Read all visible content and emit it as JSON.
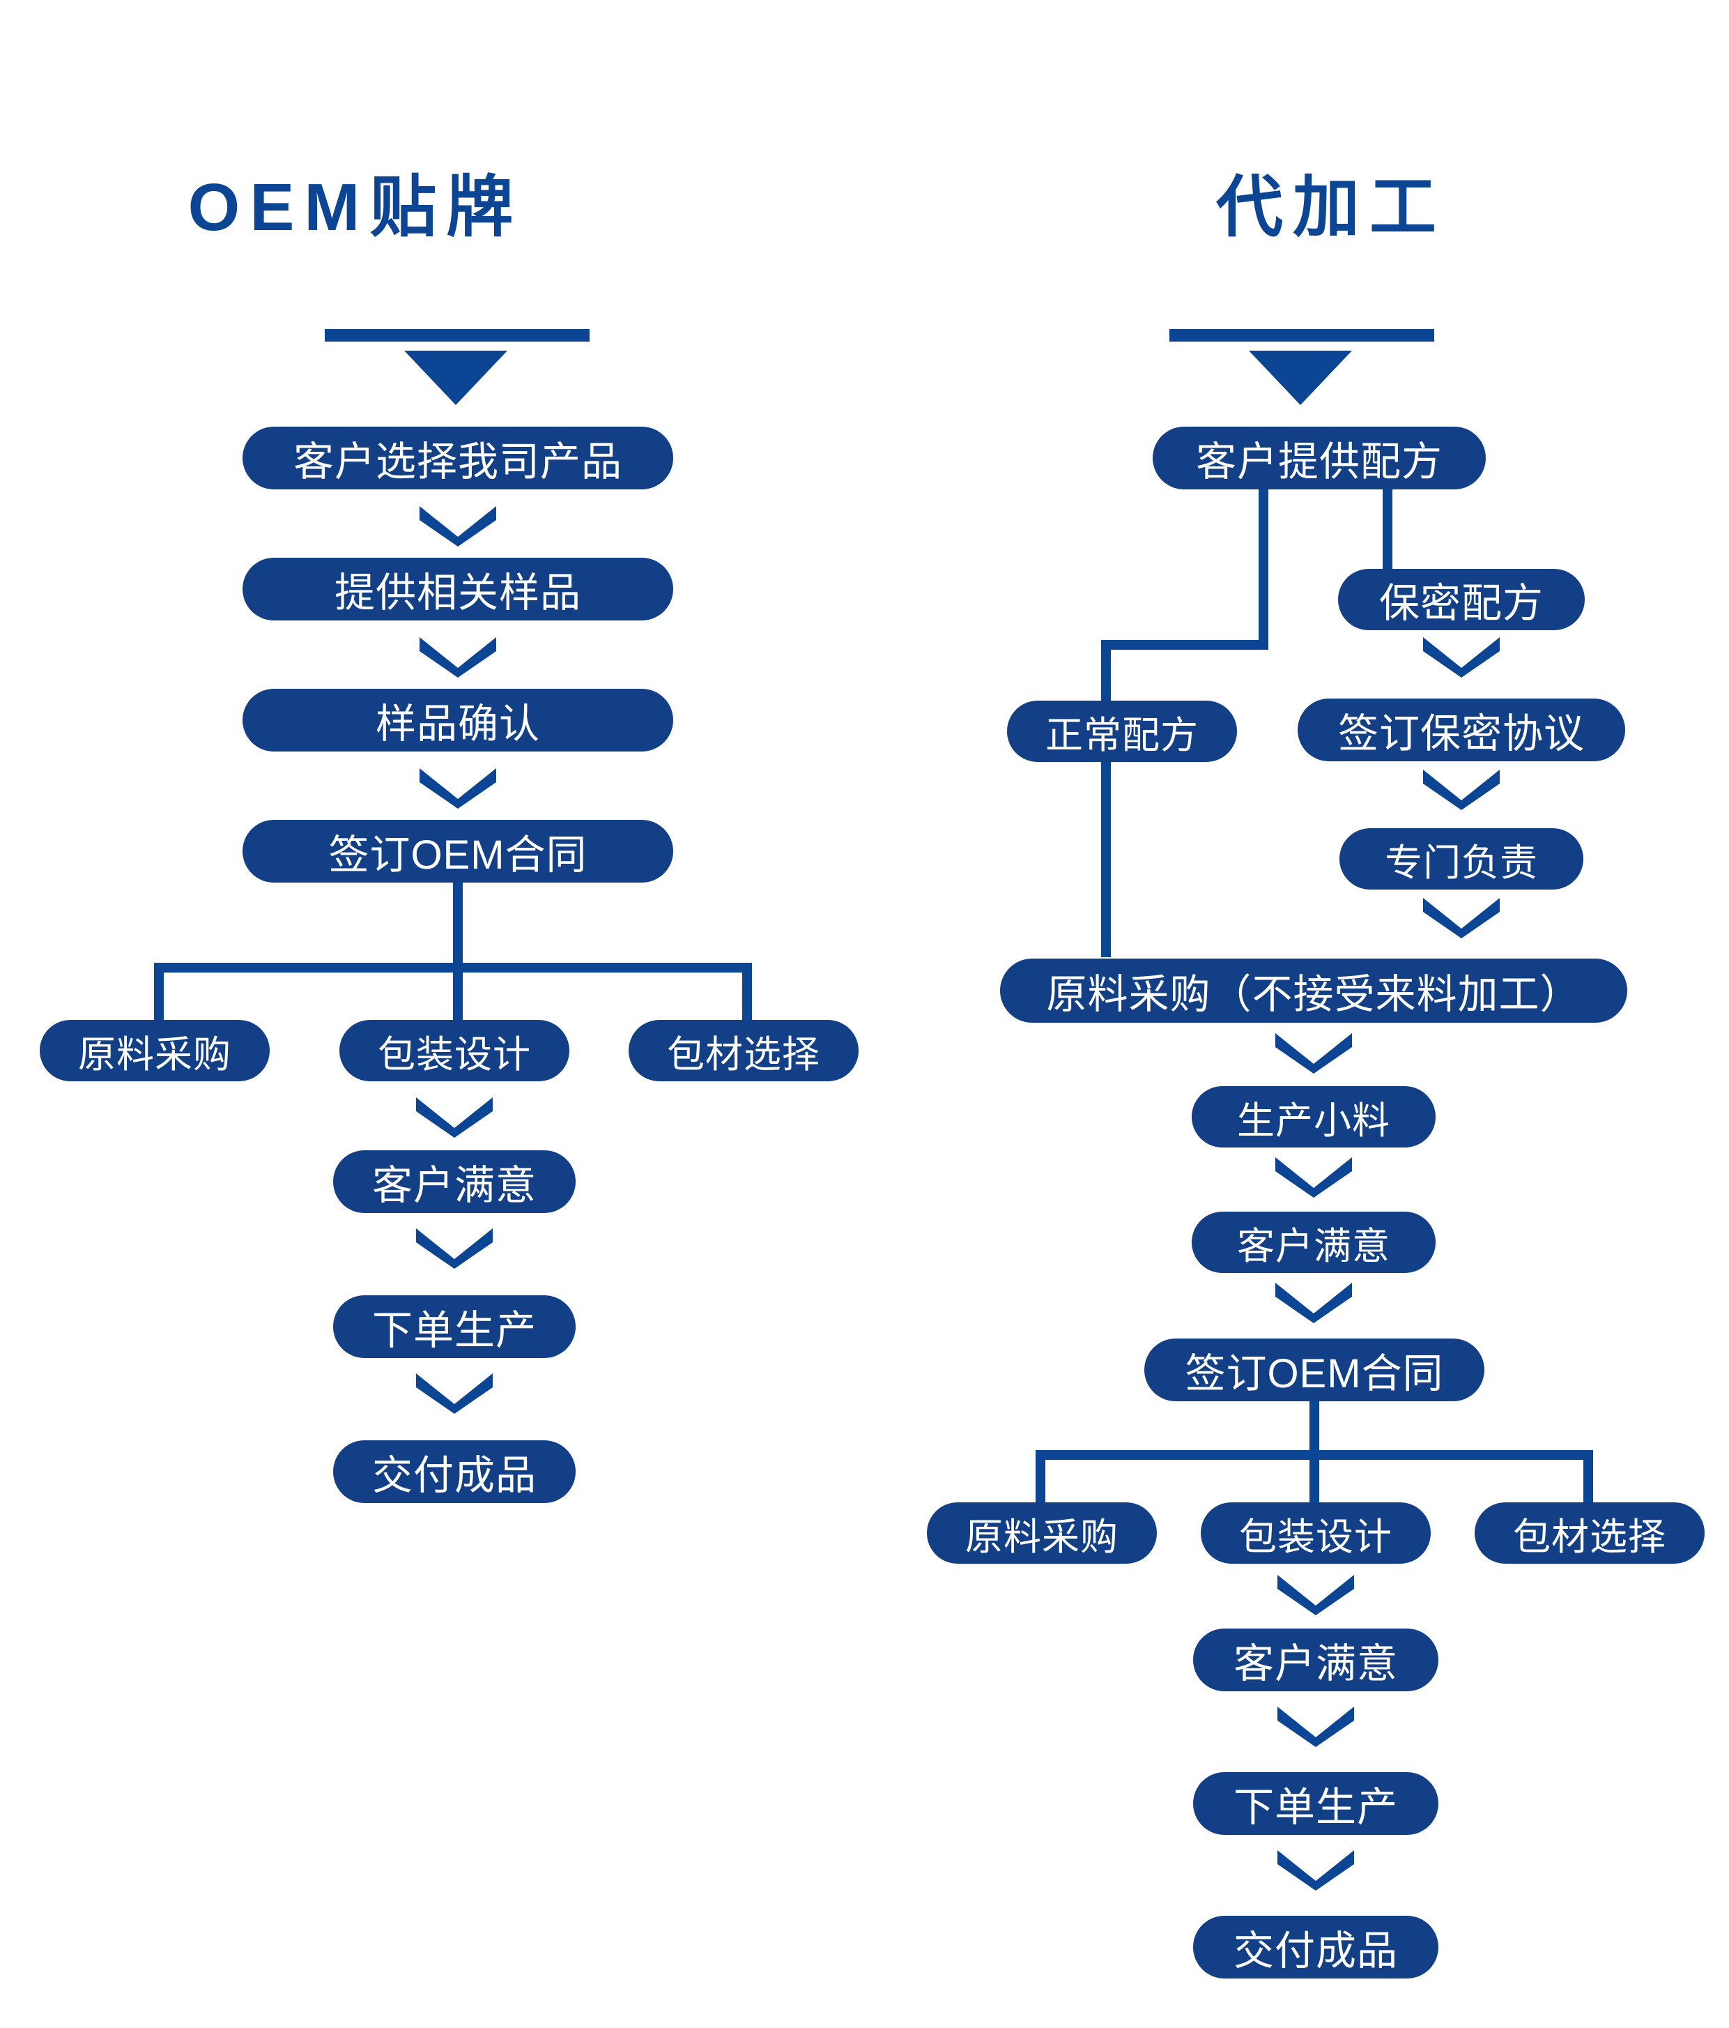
{
  "diagram": {
    "type": "flowchart",
    "background_color": "#ffffff",
    "node_color": "#123f86",
    "connector_color": "#0b4593",
    "title_color": "#0b4593",
    "node_text_color": "#ffffff"
  },
  "columns": [
    {
      "id": "oem",
      "title": "OEM贴牌",
      "nodes": [
        {
          "id": "oem-1",
          "label": "客户选择我司产品"
        },
        {
          "id": "oem-2",
          "label": "提供相关样品"
        },
        {
          "id": "oem-3",
          "label": "样品确认"
        },
        {
          "id": "oem-4",
          "label": "签订OEM合同"
        },
        {
          "id": "oem-5a",
          "label": "原料采购"
        },
        {
          "id": "oem-5b",
          "label": "包装设计"
        },
        {
          "id": "oem-5c",
          "label": "包材选择"
        },
        {
          "id": "oem-6",
          "label": "客户满意"
        },
        {
          "id": "oem-7",
          "label": "下单生产"
        },
        {
          "id": "oem-8",
          "label": "交付成品"
        }
      ],
      "edges": [
        {
          "from": "title",
          "to": "oem-1",
          "kind": "triangle"
        },
        {
          "from": "oem-1",
          "to": "oem-2",
          "kind": "chevron"
        },
        {
          "from": "oem-2",
          "to": "oem-3",
          "kind": "chevron"
        },
        {
          "from": "oem-3",
          "to": "oem-4",
          "kind": "chevron"
        },
        {
          "from": "oem-4",
          "to": "oem-5a",
          "kind": "bracket"
        },
        {
          "from": "oem-4",
          "to": "oem-5b",
          "kind": "bracket"
        },
        {
          "from": "oem-4",
          "to": "oem-5c",
          "kind": "bracket"
        },
        {
          "from": "oem-5b",
          "to": "oem-6",
          "kind": "chevron"
        },
        {
          "from": "oem-6",
          "to": "oem-7",
          "kind": "chevron"
        },
        {
          "from": "oem-7",
          "to": "oem-8",
          "kind": "chevron"
        }
      ]
    },
    {
      "id": "oda",
      "title": "代加工",
      "nodes": [
        {
          "id": "oda-1",
          "label": "客户提供配方"
        },
        {
          "id": "oda-2",
          "label": "保密配方"
        },
        {
          "id": "oda-3",
          "label": "正常配方"
        },
        {
          "id": "oda-4",
          "label": "签订保密协议"
        },
        {
          "id": "oda-5",
          "label": "专门负责"
        },
        {
          "id": "oda-6",
          "label": "原料采购（不接受来料加工）"
        },
        {
          "id": "oda-7",
          "label": "生产小料"
        },
        {
          "id": "oda-8",
          "label": "客户满意"
        },
        {
          "id": "oda-9",
          "label": "签订OEM合同"
        },
        {
          "id": "oda-10a",
          "label": "原料采购"
        },
        {
          "id": "oda-10b",
          "label": "包装设计"
        },
        {
          "id": "oda-10c",
          "label": "包材选择"
        },
        {
          "id": "oda-11",
          "label": "客户满意"
        },
        {
          "id": "oda-12",
          "label": "下单生产"
        },
        {
          "id": "oda-13",
          "label": "交付成品"
        }
      ],
      "edges": [
        {
          "from": "title",
          "to": "oda-1",
          "kind": "triangle"
        },
        {
          "from": "oda-1",
          "to": "oda-3",
          "kind": "elbow"
        },
        {
          "from": "oda-1",
          "to": "oda-2",
          "kind": "straight"
        },
        {
          "from": "oda-2",
          "to": "oda-4",
          "kind": "chevron"
        },
        {
          "from": "oda-4",
          "to": "oda-5",
          "kind": "chevron"
        },
        {
          "from": "oda-5",
          "to": "oda-6",
          "kind": "chevron"
        },
        {
          "from": "oda-3",
          "to": "oda-6",
          "kind": "straight"
        },
        {
          "from": "oda-6",
          "to": "oda-7",
          "kind": "chevron"
        },
        {
          "from": "oda-7",
          "to": "oda-8",
          "kind": "chevron"
        },
        {
          "from": "oda-8",
          "to": "oda-9",
          "kind": "chevron"
        },
        {
          "from": "oda-9",
          "to": "oda-10a",
          "kind": "bracket"
        },
        {
          "from": "oda-9",
          "to": "oda-10b",
          "kind": "bracket"
        },
        {
          "from": "oda-9",
          "to": "oda-10c",
          "kind": "bracket"
        },
        {
          "from": "oda-10b",
          "to": "oda-11",
          "kind": "chevron"
        },
        {
          "from": "oda-11",
          "to": "oda-12",
          "kind": "chevron"
        },
        {
          "from": "oda-12",
          "to": "oda-13",
          "kind": "chevron"
        }
      ]
    }
  ]
}
